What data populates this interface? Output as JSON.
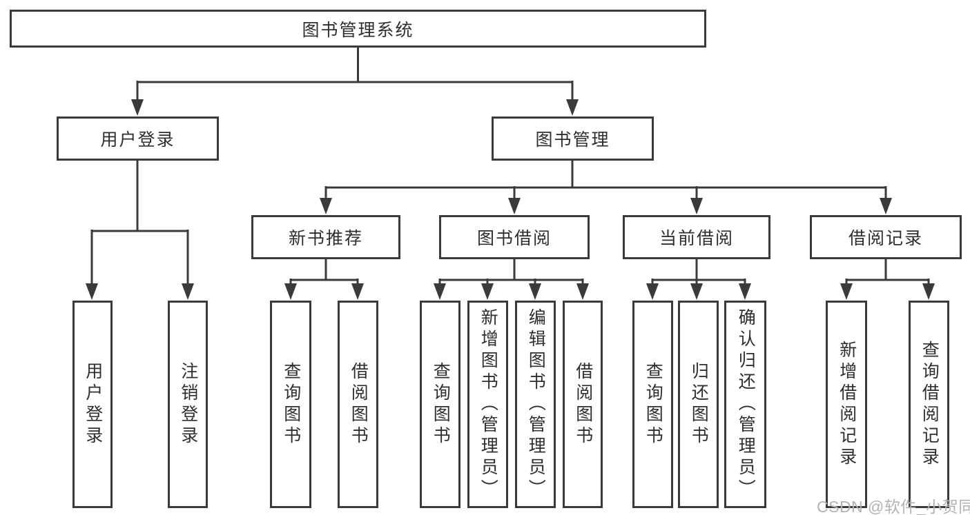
{
  "diagram": {
    "tree": {
      "root": "图书管理系统",
      "level1": {
        "user_login": "用户登录",
        "book_mgmt": "图书管理"
      },
      "level2": {
        "new_books": "新书推荐",
        "book_borrow": "图书借阅",
        "current_borrow": "当前借阅",
        "borrow_records": "借阅记录"
      },
      "leaves": {
        "user": {
          "login": "用户登录",
          "logout": "注销登录"
        },
        "new_books": {
          "query": "查询图书",
          "borrow": "借阅图书"
        },
        "book_borrow": {
          "query": "查询图书",
          "add": "新增图书（管理员）",
          "edit": "编辑图书（管理员）",
          "borrow": "借阅图书"
        },
        "current_borrow": {
          "query": "查询图书",
          "return": "归还图书",
          "confirm": "确认归还（管理员）"
        },
        "borrow_records": {
          "add": "新增借阅记录",
          "query": "查询借阅记录"
        }
      }
    },
    "watermark": "CSDN @软件_小贺同学",
    "colors": {
      "line": "#3a3a3a",
      "text": "#2e2e2e",
      "watermark": "#b3b3b3",
      "background": "#ffffff"
    }
  }
}
